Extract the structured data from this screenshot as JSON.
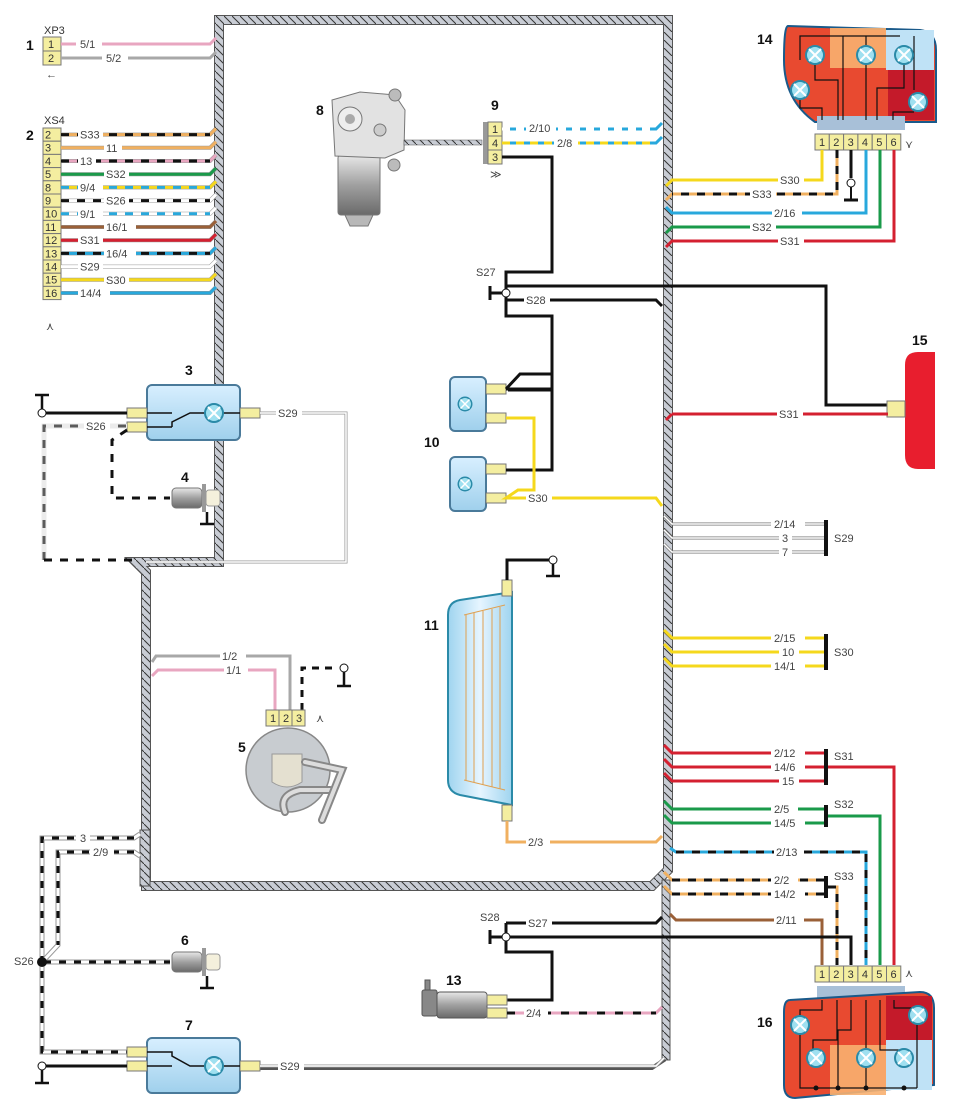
{
  "title": "Rear harness wiring diagram",
  "colors": {
    "pink": "#e8a6c0",
    "grey": "#a8a8a8",
    "orange": "#f0b060",
    "green": "#1a9a4a",
    "yellow": "#f5d81c",
    "white": "#ffffff",
    "blue": "#28a8dc",
    "brown": "#9a6038",
    "red": "#d42030",
    "black": "#111111",
    "harness": "#c8ccd4",
    "connector": "#f4eea0",
    "module_blue": "#bfe2f6",
    "lamp_red": "#e83030"
  },
  "components": {
    "c1": {
      "num": "1",
      "connector": "XP3",
      "pins": [
        "1",
        "2"
      ],
      "key_symbol": "←"
    },
    "c2": {
      "num": "2",
      "connector": "XS4",
      "pins": [
        "2",
        "3",
        "4",
        "5",
        "8",
        "9",
        "10",
        "11",
        "12",
        "13",
        "14",
        "15",
        "16"
      ],
      "key_symbol": "⋏"
    },
    "c3": {
      "num": "3"
    },
    "c4": {
      "num": "4"
    },
    "c5": {
      "num": "5",
      "pins": [
        "1",
        "2",
        "3"
      ],
      "key_symbol": "⋏"
    },
    "c6": {
      "num": "6"
    },
    "c7": {
      "num": "7"
    },
    "c8": {
      "num": "8"
    },
    "c9": {
      "num": "9",
      "pins": [
        "1",
        "4",
        "3"
      ],
      "key_symbol": "≫"
    },
    "c10": {
      "num": "10"
    },
    "c11": {
      "num": "11"
    },
    "c13": {
      "num": "13"
    },
    "c14": {
      "num": "14",
      "pins": [
        "1",
        "2",
        "3",
        "4",
        "5",
        "6"
      ],
      "key_symbol": "⋎"
    },
    "c15": {
      "num": "15"
    },
    "c16": {
      "num": "16",
      "pins": [
        "1",
        "2",
        "3",
        "4",
        "5",
        "6"
      ],
      "key_symbol": "⋏"
    }
  },
  "wires": {
    "xp3": [
      {
        "pin": "1",
        "label": "5/1",
        "color": "pink"
      },
      {
        "pin": "2",
        "label": "5/2",
        "color": "grey"
      }
    ],
    "xs4": [
      {
        "pin": "2",
        "label": "S33",
        "color": "orange",
        "stripe": "black"
      },
      {
        "pin": "3",
        "label": "11",
        "color": "orange"
      },
      {
        "pin": "4",
        "label": "13",
        "color": "pink",
        "stripe": "black"
      },
      {
        "pin": "5",
        "label": "S32",
        "color": "green"
      },
      {
        "pin": "8",
        "label": "9/4",
        "color": "yellow",
        "stripe": "blue"
      },
      {
        "pin": "9",
        "label": "S26",
        "color": "white",
        "stripe": "black"
      },
      {
        "pin": "10",
        "label": "9/1",
        "color": "white",
        "stripe": "blue"
      },
      {
        "pin": "11",
        "label": "16/1",
        "color": "brown"
      },
      {
        "pin": "12",
        "label": "S31",
        "color": "red"
      },
      {
        "pin": "13",
        "label": "16/4",
        "color": "blue",
        "stripe": "black"
      },
      {
        "pin": "14",
        "label": "S29",
        "color": "white"
      },
      {
        "pin": "15",
        "label": "S30",
        "color": "yellow"
      },
      {
        "pin": "16",
        "label": "14/4",
        "color": "blue"
      }
    ],
    "c9": [
      {
        "pin": "1",
        "label": "2/10",
        "color": "white",
        "stripe": "blue"
      },
      {
        "pin": "4",
        "label": "2/8",
        "color": "yellow",
        "stripe": "blue"
      }
    ],
    "c14": [
      {
        "label": "S30",
        "color": "yellow"
      },
      {
        "label": "S33",
        "color": "orange",
        "stripe": "black"
      },
      {
        "label": "2/16",
        "color": "blue"
      },
      {
        "label": "S32",
        "color": "green"
      },
      {
        "label": "S31",
        "color": "red"
      }
    ],
    "splices": {
      "s27": "S27",
      "s28": "S28",
      "s26": "S26",
      "s29": "S29",
      "s30": "S30",
      "s31": "S31",
      "s32": "S32",
      "s33": "S33"
    },
    "c15_label": "S31",
    "c10_label": "S30",
    "c3_s29": "S29",
    "c3_s26": "S26",
    "s29_group": [
      "2/14",
      "3",
      "7"
    ],
    "s30_group": [
      "2/15",
      "10",
      "14/1"
    ],
    "c5": [
      {
        "label": "1/2",
        "color": "grey"
      },
      {
        "label": "1/1",
        "color": "pink"
      }
    ],
    "c11_label": "2/3",
    "s31_group": [
      "2/12",
      "14/6",
      "15"
    ],
    "s32_group": [
      "2/5",
      "14/5"
    ],
    "c16_blue": "2/13",
    "s33_group": [
      "2/2",
      "14/2"
    ],
    "c16_brown": "2/11",
    "left_bottom": [
      "3",
      "2/9"
    ],
    "c13_lower": "S28",
    "c13_upper": "S27",
    "c13_pink": "2/4",
    "c7_s29": "S29",
    "s26_node": "S26"
  }
}
